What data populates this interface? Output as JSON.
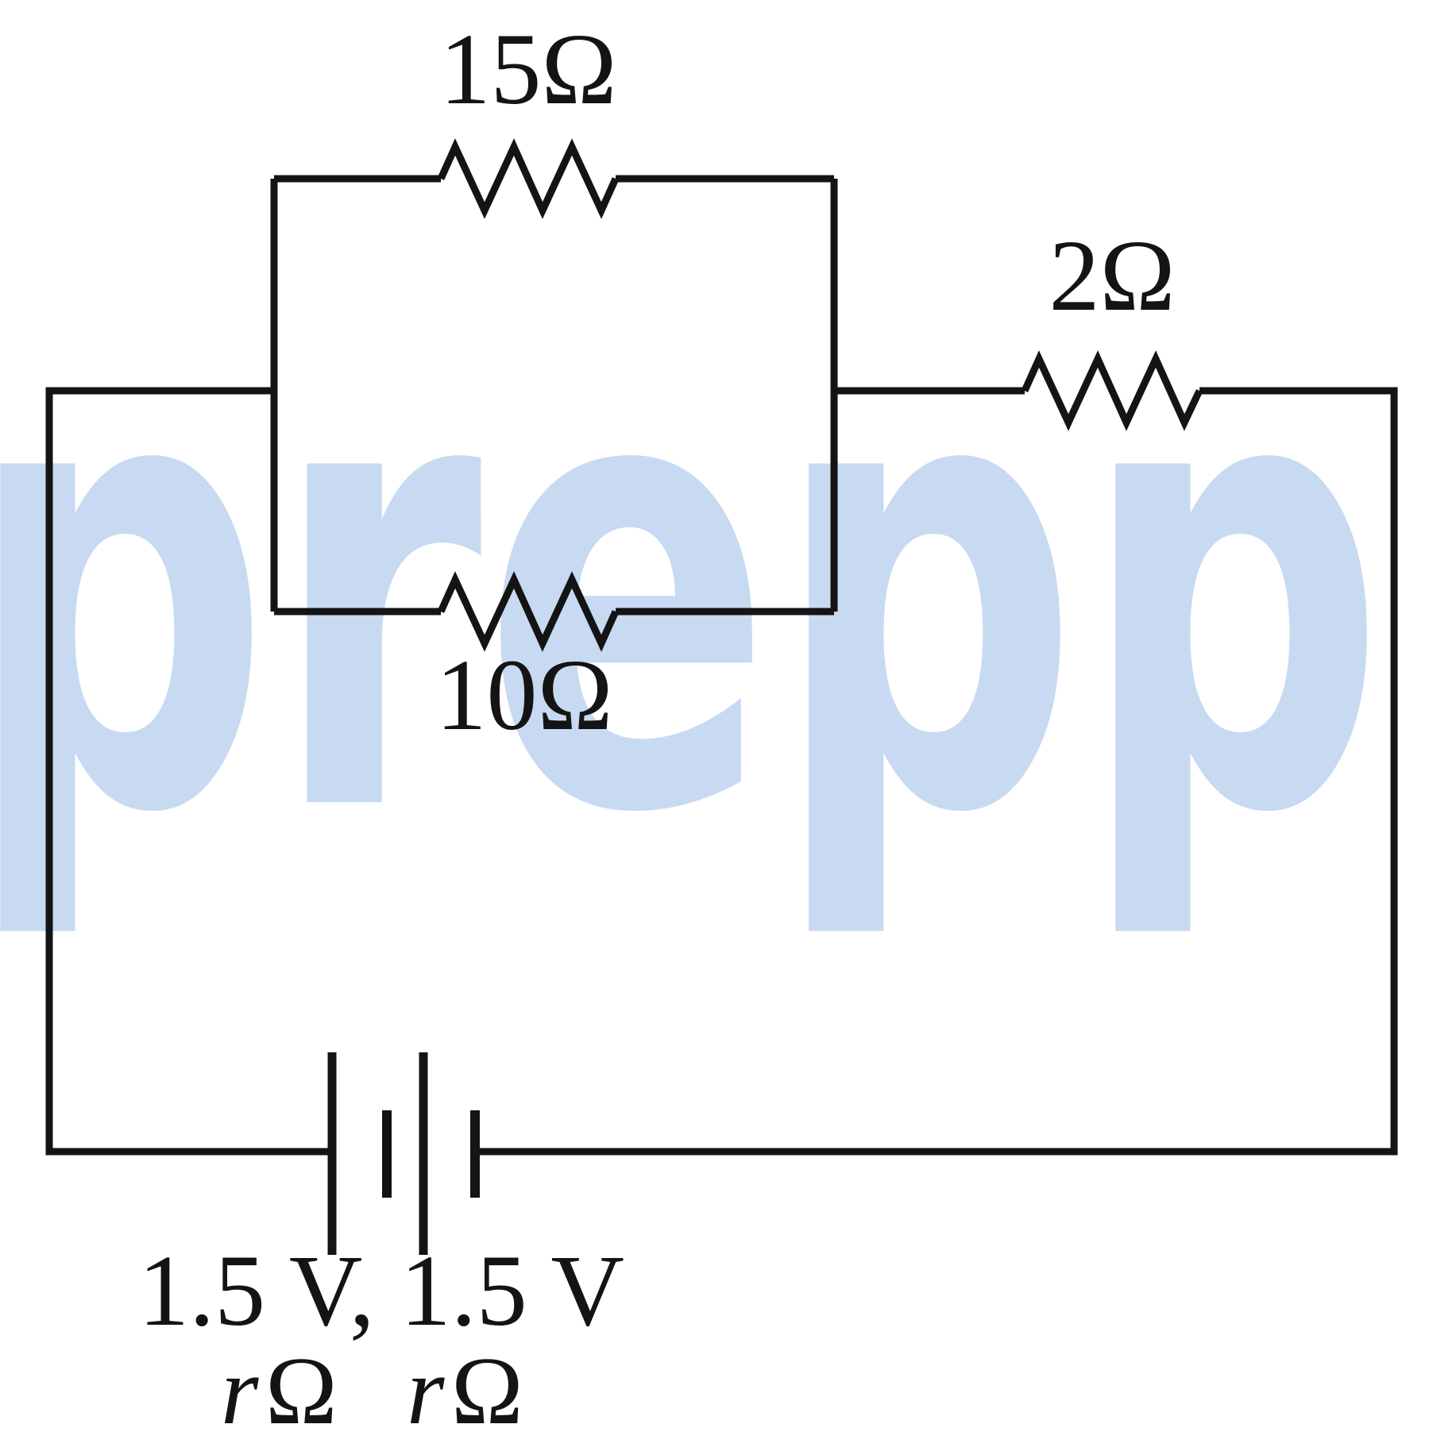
{
  "diagram_type": "electric-circuit",
  "watermark": {
    "text": "prepp",
    "color": "#c8daf2"
  },
  "colors": {
    "wire": "#141414",
    "text": "#141414",
    "background": "#ffffff"
  },
  "labels": {
    "resistor_top": "15Ω",
    "resistor_bottom": "10Ω",
    "resistor_series": "2Ω",
    "battery_emf": "1.5 V, 1.5 V",
    "r_symbol": "r",
    "ohm_symbol": "Ω"
  },
  "components": {
    "parallel_resistors": [
      "15Ω",
      "10Ω"
    ],
    "series_resistor": "2Ω",
    "battery_cells": [
      {
        "emf": "1.5 V",
        "internal_resistance": "rΩ"
      },
      {
        "emf": "1.5 V",
        "internal_resistance": "rΩ"
      }
    ]
  }
}
